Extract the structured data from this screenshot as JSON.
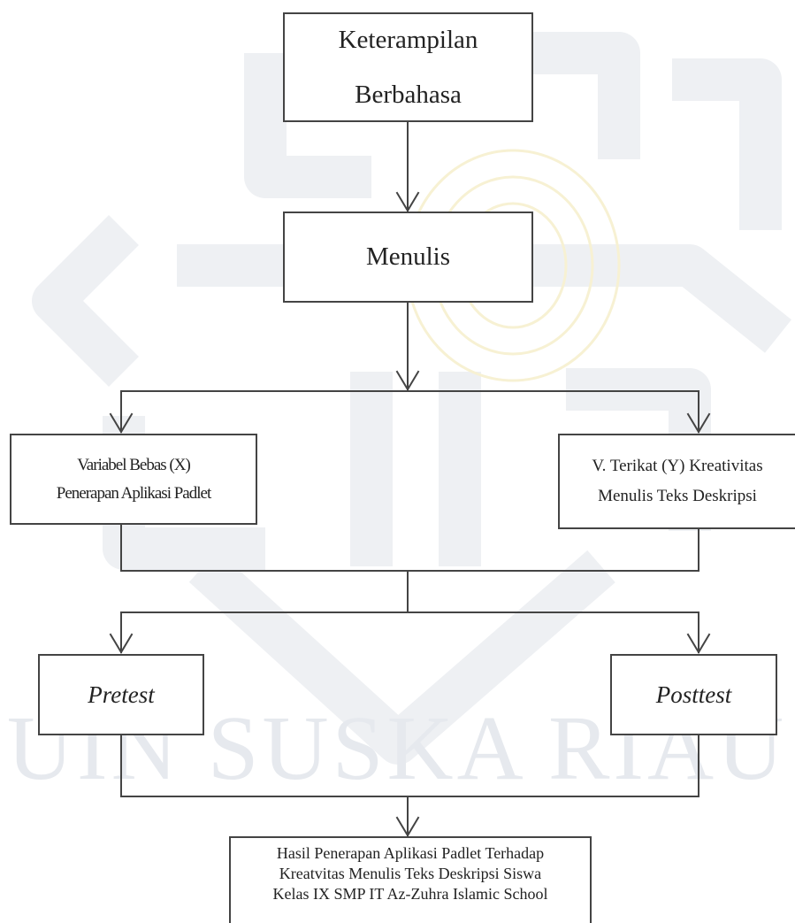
{
  "diagram": {
    "nodes": {
      "keterampilan": {
        "line1": "Keterampilan",
        "line2": "Berbahasa"
      },
      "menulis": {
        "label": "Menulis"
      },
      "variabel_bebas": {
        "line1": "Variabel Bebas (X)",
        "line2": "Penerapan Aplikasi Padlet"
      },
      "variabel_terikat": {
        "line1": "V. Terikat (Y) Kreativitas",
        "line2": "Menulis Teks Deskripsi"
      },
      "pretest": {
        "label": "Pretest"
      },
      "posttest": {
        "label": "Posttest"
      },
      "hasil": {
        "line1": "Hasil Penerapan Aplikasi Padlet Terhadap",
        "line2": "Kreatvitas Menulis Teks Deskripsi Siswa",
        "line3": "Kelas IX SMP IT Az-Zuhra Islamic School"
      }
    },
    "watermark": {
      "text": "UIN SUSKA RIAU",
      "color": "#e9ecf0",
      "accent": "#f6efc8"
    },
    "colors": {
      "line": "#444444",
      "text": "#222222"
    }
  }
}
